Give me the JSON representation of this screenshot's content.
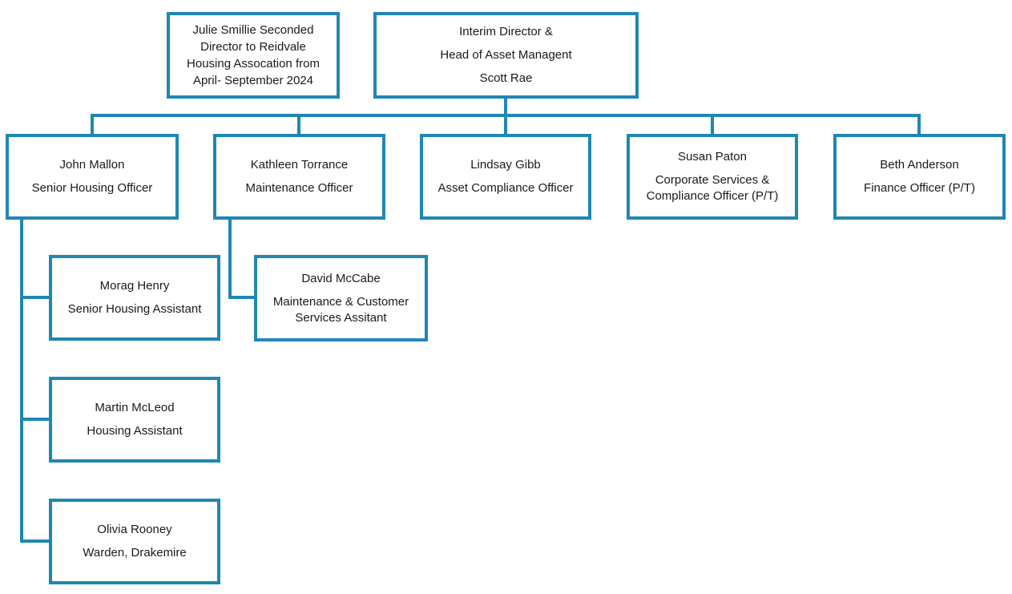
{
  "diagram_type": "org-chart",
  "colors": {
    "line": "#1f87b4",
    "text": "#1a1a1a",
    "background": "#ffffff"
  },
  "boxes": {
    "julie": {
      "paragraphs": [
        "Julie Smillie Seconded\nDirector to Reidvale\nHousing Assocation from\nApril- September 2024"
      ]
    },
    "scott": {
      "paragraphs": [
        "Interim Director &",
        "Head of Asset Managent",
        "Scott Rae"
      ]
    },
    "john": {
      "paragraphs": [
        "John Mallon",
        "Senior Housing Officer"
      ]
    },
    "kathleen": {
      "paragraphs": [
        "Kathleen Torrance",
        "Maintenance Officer"
      ]
    },
    "lindsay": {
      "paragraphs": [
        "Lindsay Gibb",
        "Asset Compliance Officer"
      ]
    },
    "susan": {
      "paragraphs": [
        "Susan Paton",
        "Corporate Services &\nCompliance Officer (P/T)"
      ]
    },
    "beth": {
      "paragraphs": [
        "Beth Anderson",
        "Finance Officer (P/T)"
      ]
    },
    "morag": {
      "paragraphs": [
        "Morag Henry",
        "Senior Housing Assistant"
      ]
    },
    "david": {
      "paragraphs": [
        "David McCabe",
        "Maintenance & Customer\nServices Assitant"
      ]
    },
    "martin": {
      "paragraphs": [
        "Martin McLeod",
        "Housing Assistant"
      ]
    },
    "olivia": {
      "paragraphs": [
        "Olivia Rooney",
        "Warden, Drakemire"
      ]
    }
  }
}
